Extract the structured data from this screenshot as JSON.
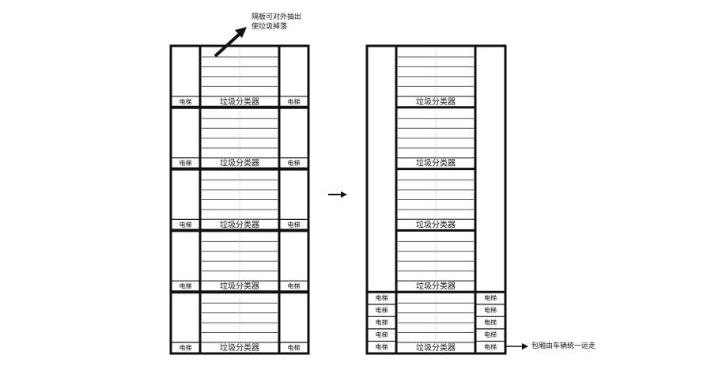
{
  "diagram": {
    "left_building": {
      "floor_count": 5,
      "classifier_label": "垃圾分类器",
      "elevator_label": "电梯"
    },
    "right_building": {
      "upper_floor_count": 4,
      "classifier_label": "垃圾分类器",
      "elevator_label": "电梯",
      "bottom_elevator_cells": 5
    },
    "annotations": {
      "top_note_line1": "隔板可对外抽出",
      "top_note_line2": "使垃圾掉落",
      "bottom_note": "包厢由车辆统一运走"
    },
    "colors": {
      "stroke": "#111111",
      "grid": "#555555",
      "background": "#ffffff"
    }
  }
}
